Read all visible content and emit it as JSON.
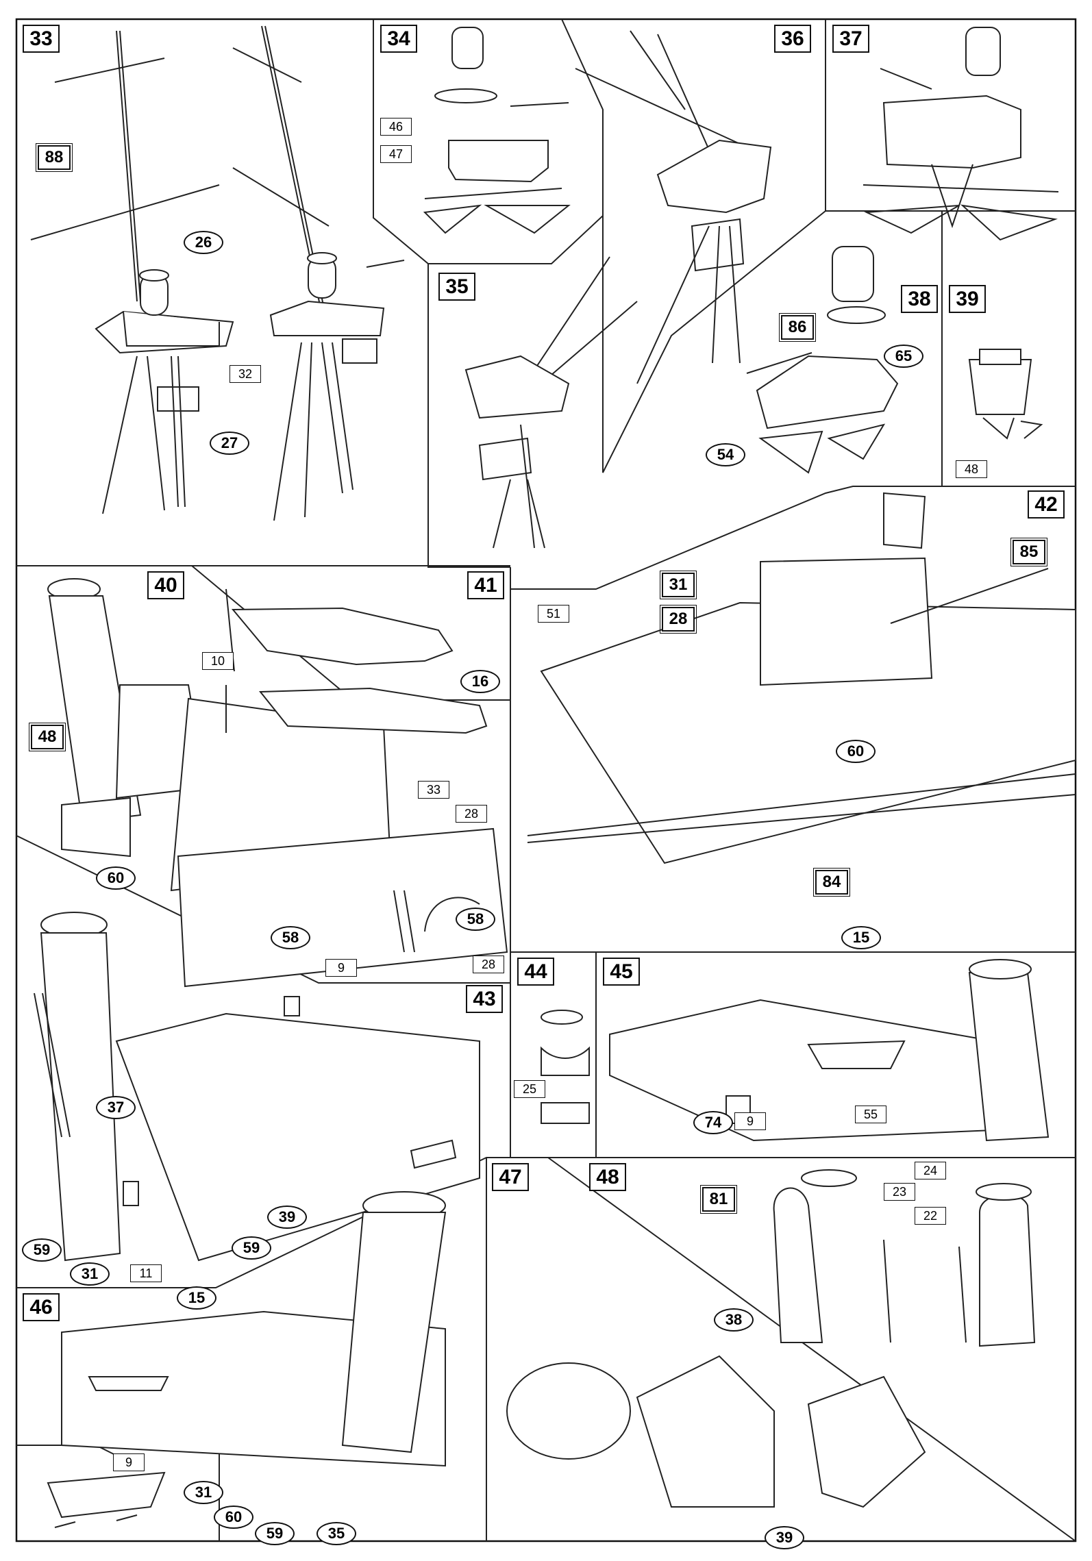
{
  "steps": {
    "s33": "33",
    "s34": "34",
    "s35": "35",
    "s36": "36",
    "s37": "37",
    "s38": "38",
    "s39": "39",
    "s40": "40",
    "s41": "41",
    "s42": "42",
    "s43": "43",
    "s44": "44",
    "s45": "45",
    "s46": "46",
    "s47": "47",
    "s48": "48"
  },
  "parts": {
    "p33_88": "88",
    "p33_26": "26",
    "p33_32": "32",
    "p33_27": "27",
    "p34_46": "46",
    "p34_47": "47",
    "p38_86": "86",
    "p38_65": "65",
    "p38_54": "54",
    "p39_48": "48",
    "p40_48": "48",
    "p40_33": "33",
    "p40_28a": "28",
    "p40_60": "60",
    "p40_58a": "58",
    "p40_58b": "58",
    "p40_9": "9",
    "p40_28b": "28",
    "p41_10": "10",
    "p41_16": "16",
    "p42_31": "31",
    "p42_28": "28",
    "p42_51": "51",
    "p42_85": "85",
    "p42_60": "60",
    "p42_84": "84",
    "p43_37": "37",
    "p43_39": "39",
    "p43_59a": "59",
    "p43_59b": "59",
    "p43_31": "31",
    "p43_11": "11",
    "p44_25": "25",
    "p45_15": "15",
    "p45_74": "74",
    "p45_9": "9",
    "p45_55": "55",
    "p46_15": "15",
    "p46_9": "9",
    "p46_31": "31",
    "p46_60": "60",
    "p46_59": "59",
    "p46_35": "35",
    "p48_81": "81",
    "p48_24": "24",
    "p48_23": "23",
    "p48_22": "22",
    "p48_38": "38",
    "p48_39": "39"
  }
}
